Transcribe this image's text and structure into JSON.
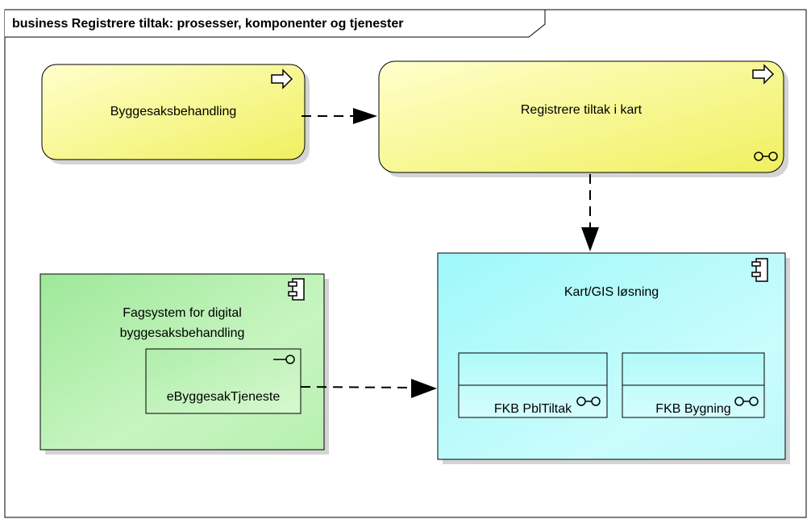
{
  "frame": {
    "title": "business Registrere tiltak: prosesser, komponenter og tjenester"
  },
  "elements": {
    "process_left": {
      "label": "Byggesaksbehandling"
    },
    "process_right": {
      "label": "Registrere tiltak i kart"
    },
    "app_left": {
      "label_line1": "Fagsystem for digital",
      "label_line2": "byggesaksbehandling"
    },
    "interface": {
      "label": "eByggesakTjeneste"
    },
    "app_right": {
      "label": "Kart/GIS løsning"
    },
    "data_object_1": {
      "label": "FKB PblTiltak"
    },
    "data_object_2": {
      "label": "FKB Bygning"
    }
  },
  "colors": {
    "process_fill": "#ffff99",
    "application_green": "#b3f0a8",
    "application_cyan": "#b8fbfb",
    "stroke": "#000000",
    "shadow": "#d4d4d4"
  },
  "icons": {
    "process": "arrow-right-icon",
    "application_service": "service-link-icon",
    "component": "component-icon",
    "interface": "lollipop-interface-icon"
  }
}
